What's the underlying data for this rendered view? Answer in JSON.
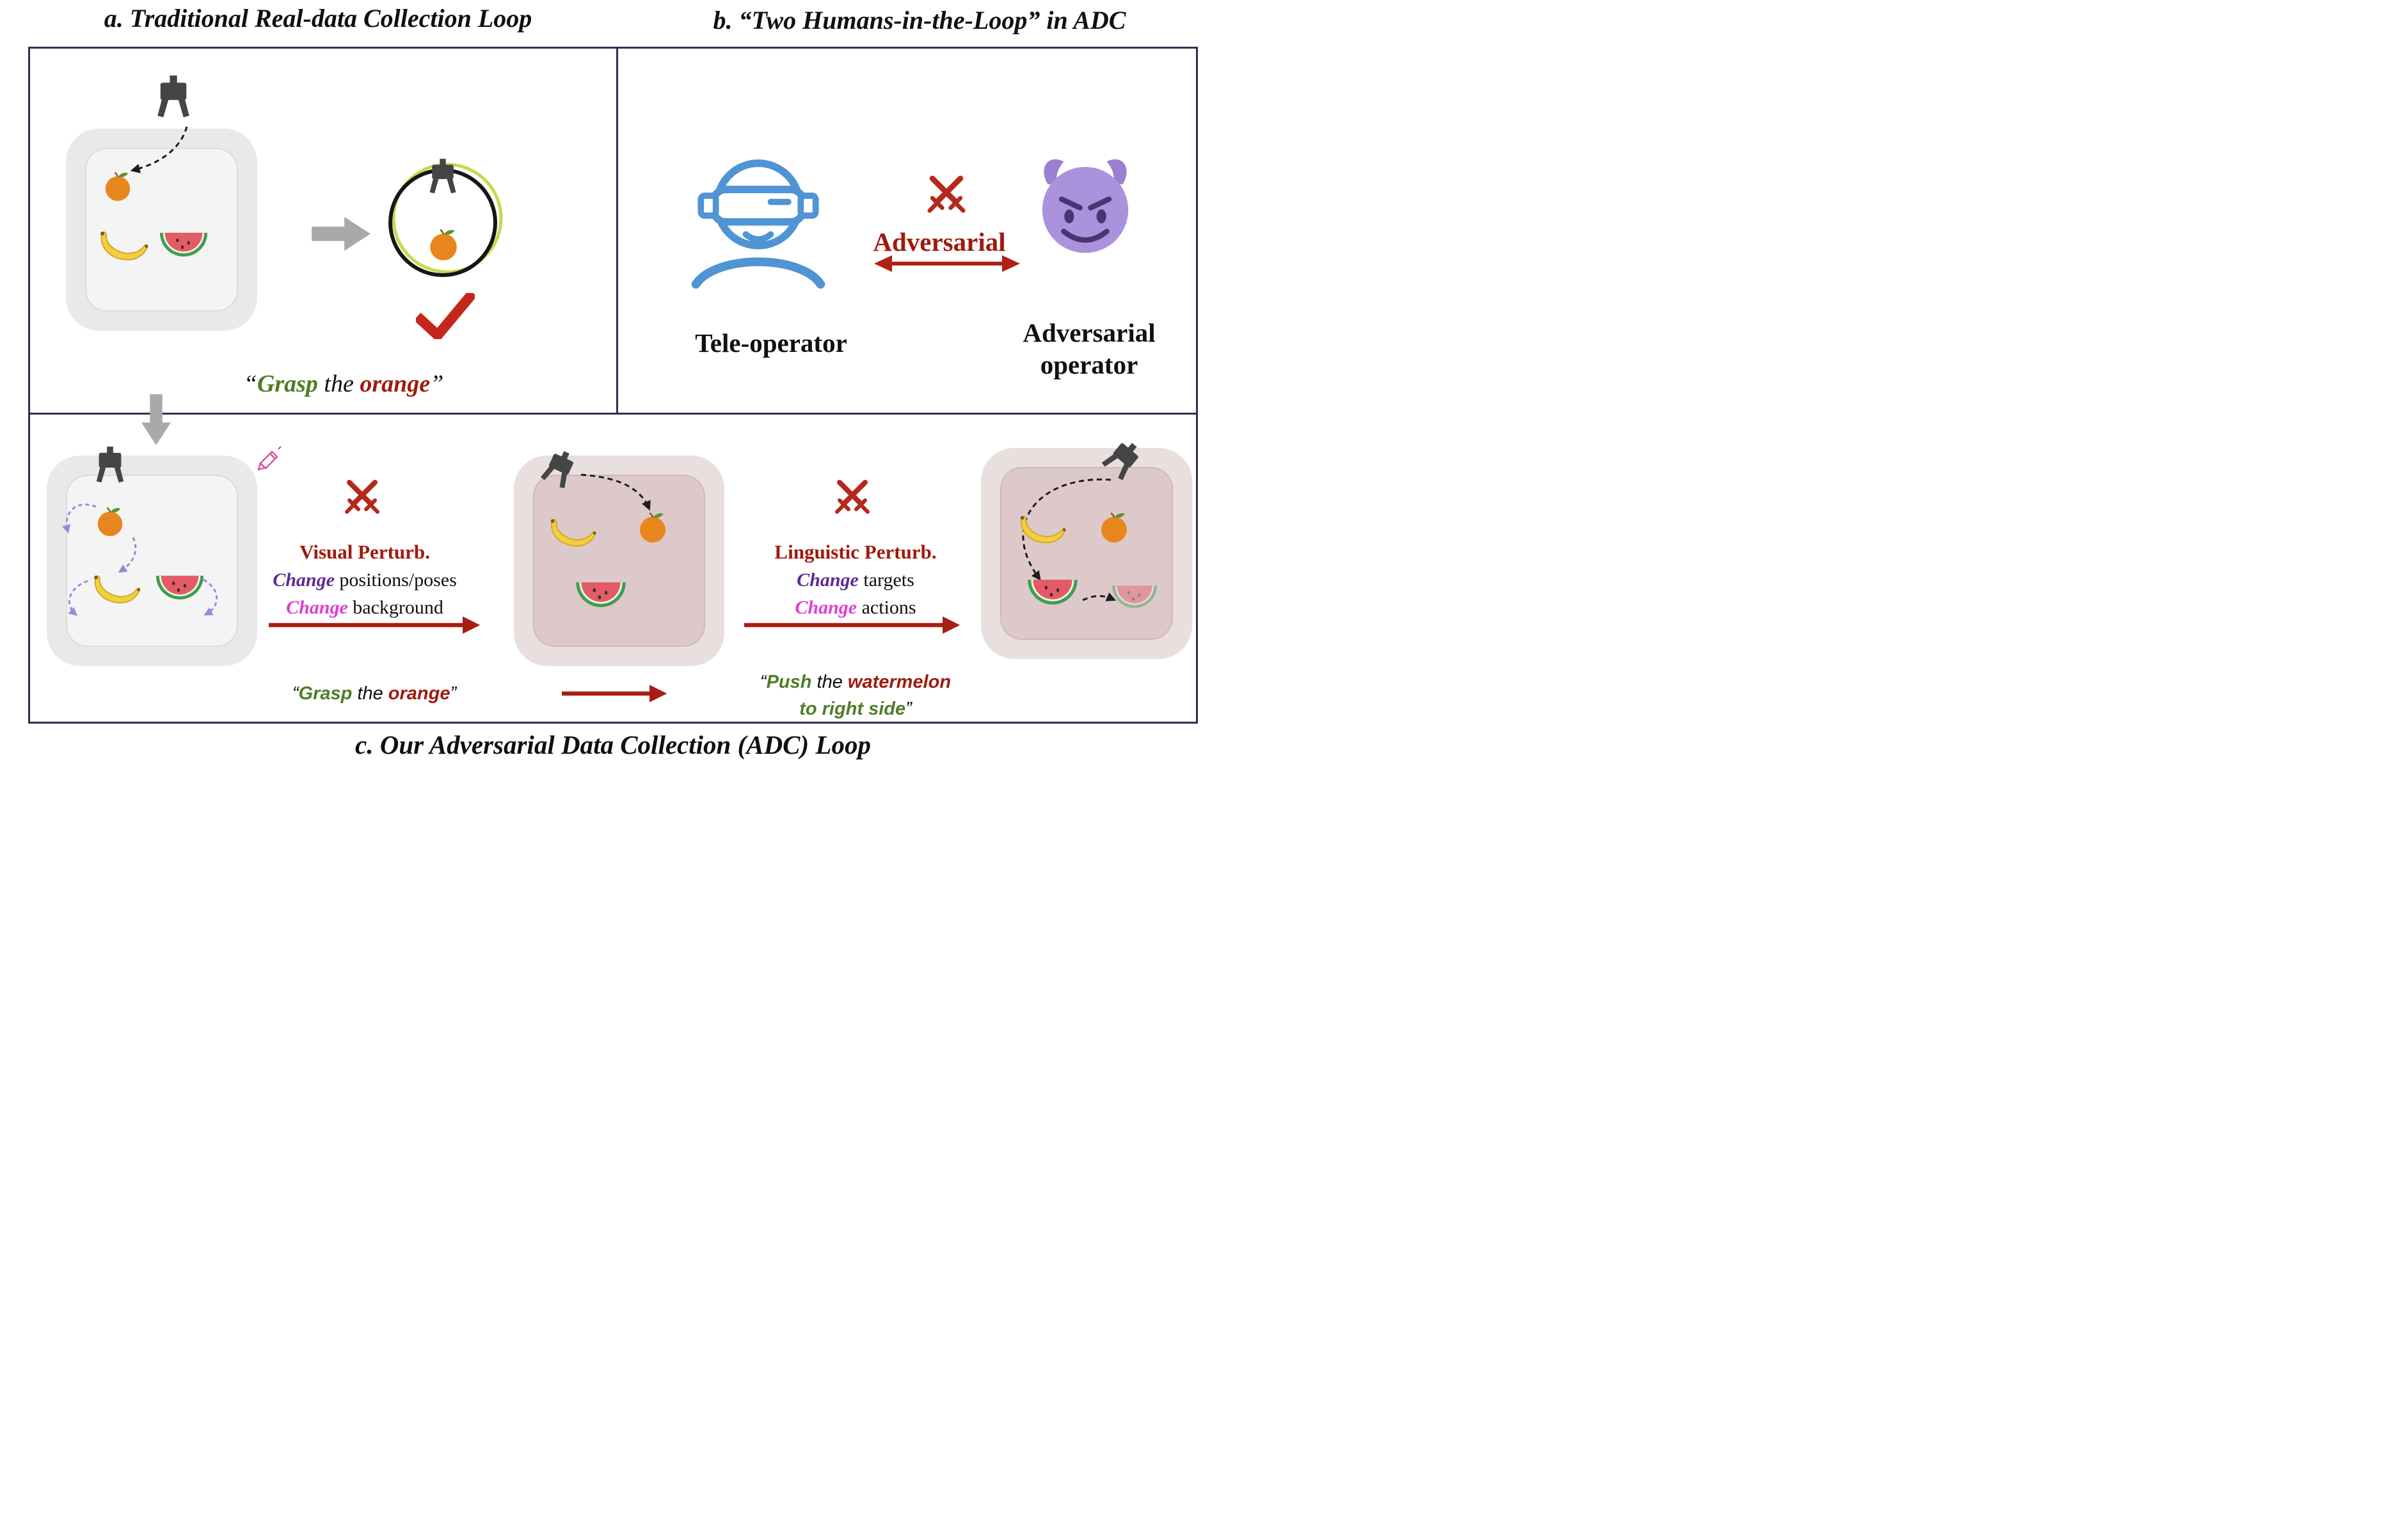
{
  "titles": {
    "panel_a": "a. Traditional Real-data Collection Loop",
    "panel_b": "b. “Two Humans-in-the-Loop” in ADC",
    "panel_c": "c. Our Adversarial Data Collection (ADC) Loop"
  },
  "panel_a": {
    "instruction": {
      "open": "“",
      "verb": "Grasp",
      "mid": " the ",
      "object": "orange",
      "close": "”"
    }
  },
  "panel_b": {
    "tele_operator": "Tele-operator",
    "adversarial": "Adversarial",
    "adv_operator_line1": "Adversarial",
    "adv_operator_line2": "operator"
  },
  "panel_c": {
    "visual": {
      "title": "Visual Perturb.",
      "change1": "Change",
      "rest1": " positions/poses",
      "change2": "Change",
      "rest2": " background"
    },
    "linguistic": {
      "title": "Linguistic Perturb.",
      "change1": "Change",
      "rest1": " targets",
      "change2": "Change",
      "rest2": " actions"
    },
    "instruction_grasp": {
      "open": "“",
      "verb": "Grasp",
      "mid": " the ",
      "object": "orange",
      "close": "”"
    },
    "instruction_push": {
      "open": "“",
      "verb": "Push",
      "mid": " the ",
      "object": "watermelon",
      "line2": "to right side",
      "close": "”"
    }
  },
  "colors": {
    "border": "#2b3150",
    "accent_red": "#a81e12",
    "verb_green": "#4f7d28",
    "object_red": "#9e1b10",
    "change_purple": "#5b2d91",
    "change_magenta": "#df3fd3",
    "operator_blue": "#4f94d4",
    "devil_purple": "#ab92dd",
    "arrow_gray": "#a9a9a9"
  }
}
